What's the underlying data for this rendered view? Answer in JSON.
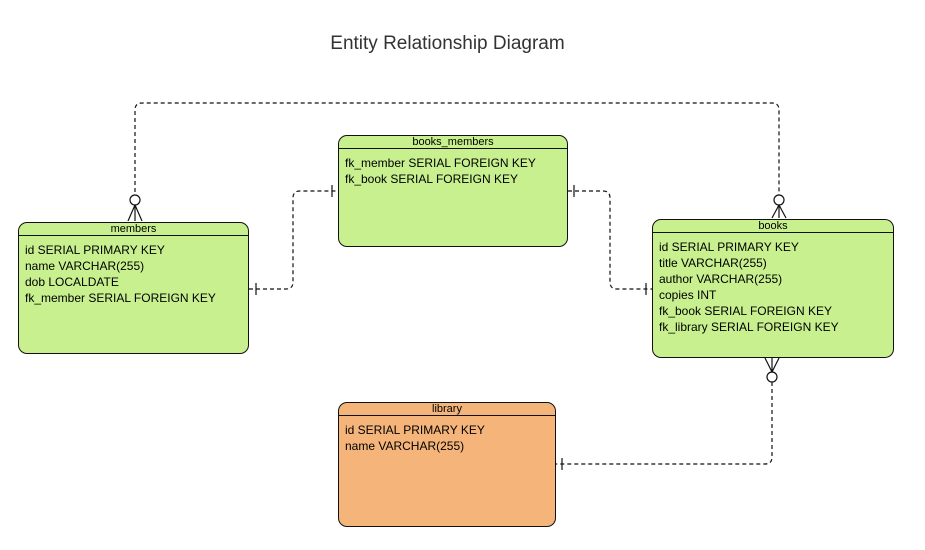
{
  "diagram_title": "Entity Relationship Diagram",
  "colors": {
    "entity_fill": "#c8f08f",
    "library_fill": "#f5b47a",
    "stroke": "#111111"
  },
  "entities": {
    "books_members": {
      "name": "books_members",
      "fields": [
        "fk_member SERIAL FOREIGN KEY",
        "fk_book SERIAL FOREIGN KEY"
      ]
    },
    "members": {
      "name": "members",
      "fields": [
        "id SERIAL PRIMARY KEY",
        "name VARCHAR(255)",
        "dob LOCALDATE",
        "fk_member SERIAL FOREIGN KEY"
      ]
    },
    "books": {
      "name": "books",
      "fields": [
        "id SERIAL PRIMARY KEY",
        "title VARCHAR(255)",
        "author VARCHAR(255)",
        "copies INT",
        "fk_book SERIAL FOREIGN KEY",
        "fk_library SERIAL FOREIGN KEY"
      ]
    },
    "library": {
      "name": "library",
      "fields": [
        "id SERIAL PRIMARY KEY",
        "name VARCHAR(255)"
      ]
    }
  },
  "relationships": [
    {
      "from": "members",
      "to": "books",
      "from_end": "zero-or-many",
      "to_end": "zero-or-many"
    },
    {
      "from": "members",
      "to": "books_members",
      "from_end": "one",
      "to_end": "one"
    },
    {
      "from": "books_members",
      "to": "books",
      "from_end": "one",
      "to_end": "one"
    },
    {
      "from": "books",
      "to": "library",
      "from_end": "zero-or-many",
      "to_end": "one"
    }
  ]
}
